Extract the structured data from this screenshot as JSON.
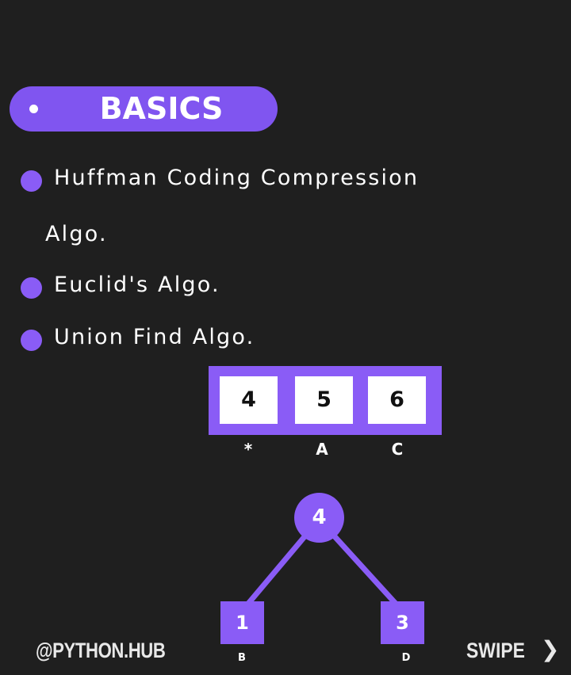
{
  "header": {
    "pill_label": "BASICS"
  },
  "bullets": [
    {
      "text": "Huffman Coding Compression"
    },
    {
      "text": "Euclid's Algo."
    },
    {
      "text": "Union Find Algo."
    }
  ],
  "bullet_wrap": "Algo.",
  "array": {
    "cells": [
      "4",
      "5",
      "6"
    ],
    "labels": [
      "*",
      "A",
      "C"
    ]
  },
  "tree": {
    "root": "4",
    "left": {
      "value": "1",
      "label": "B"
    },
    "right": {
      "value": "3",
      "label": "D"
    }
  },
  "footer": {
    "handle": "@PYTHON.HUB",
    "swipe": "SWIPE",
    "swipe_icon": "chevron-right-icon"
  },
  "colors": {
    "background": "#1f1f1f",
    "accent": "#8a5cf6",
    "text": "#ffffff"
  }
}
